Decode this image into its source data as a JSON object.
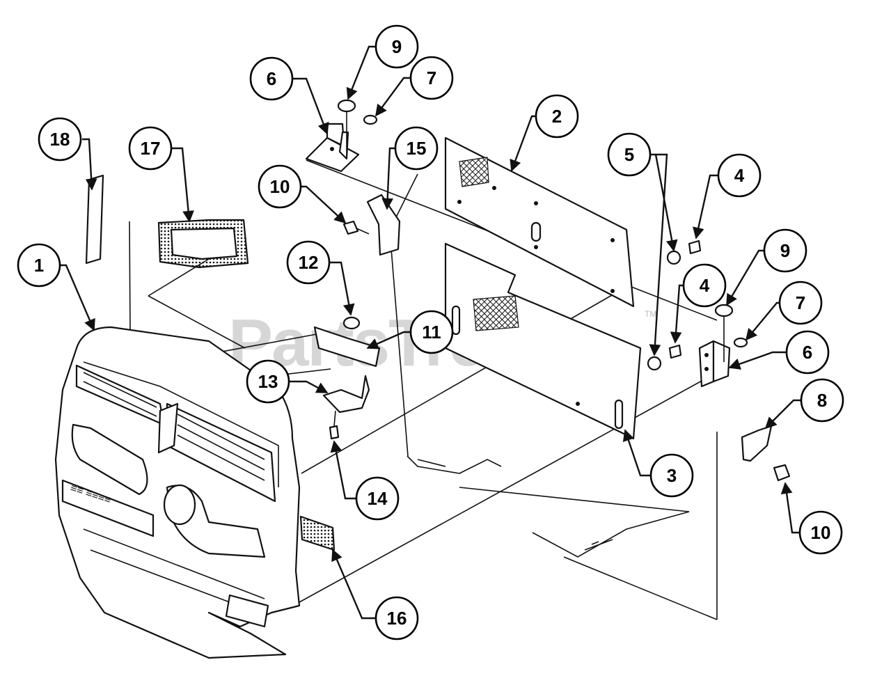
{
  "watermark": {
    "text": "PartsTree",
    "trademark": "TM"
  },
  "callouts": [
    {
      "id": "c18",
      "label": "18"
    },
    {
      "id": "c17",
      "label": "17"
    },
    {
      "id": "c1",
      "label": "1"
    },
    {
      "id": "c6a",
      "label": "6"
    },
    {
      "id": "c9a",
      "label": "9"
    },
    {
      "id": "c7a",
      "label": "7"
    },
    {
      "id": "c15",
      "label": "15"
    },
    {
      "id": "c10a",
      "label": "10"
    },
    {
      "id": "c12",
      "label": "12"
    },
    {
      "id": "c11",
      "label": "11"
    },
    {
      "id": "c13",
      "label": "13"
    },
    {
      "id": "c14",
      "label": "14"
    },
    {
      "id": "c2",
      "label": "2"
    },
    {
      "id": "c5",
      "label": "5"
    },
    {
      "id": "c4a",
      "label": "4"
    },
    {
      "id": "c4b",
      "label": "4"
    },
    {
      "id": "c9b",
      "label": "9"
    },
    {
      "id": "c7b",
      "label": "7"
    },
    {
      "id": "c6b",
      "label": "6"
    },
    {
      "id": "c8",
      "label": "8"
    },
    {
      "id": "c3",
      "label": "3"
    },
    {
      "id": "c10b",
      "label": "10"
    },
    {
      "id": "c16",
      "label": "16"
    }
  ],
  "colors": {
    "line": "#111111",
    "watermark": "#d6d6d6",
    "background": "#ffffff"
  }
}
